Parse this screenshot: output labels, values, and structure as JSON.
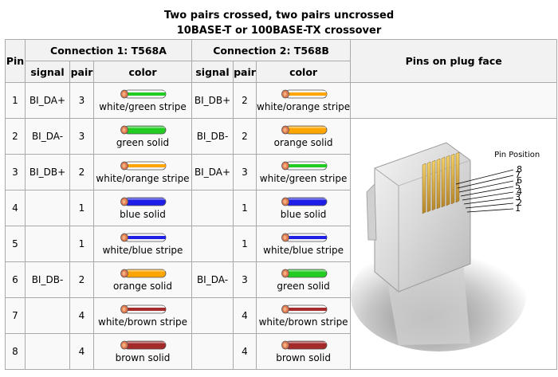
{
  "caption": {
    "line1": "Two pairs crossed, two pairs uncrossed",
    "line2": "10BASE-T or 100BASE-TX crossover"
  },
  "headers": {
    "pin": "Pin",
    "conn1": "Connection 1: T568A",
    "conn2": "Connection 2: T568B",
    "plug": "Pins on plug face",
    "signal": "signal",
    "pair": "pair",
    "color": "color"
  },
  "colors": {
    "white": "#f4f4f4",
    "green": "#22cc22",
    "orange": "#ffa500",
    "blue": "#1e1ee6",
    "brown": "#a52a2a",
    "copper": "#e07850"
  },
  "rows": [
    {
      "pin": "1",
      "a": {
        "signal": "BI_DA+",
        "pair": "3",
        "color": "white/green stripe",
        "base": "white",
        "stripe": "green"
      },
      "b": {
        "signal": "BI_DB+",
        "pair": "2",
        "color": "white/orange stripe",
        "base": "white",
        "stripe": "orange"
      }
    },
    {
      "pin": "2",
      "a": {
        "signal": "BI_DA-",
        "pair": "3",
        "color": "green solid",
        "base": "green",
        "stripe": ""
      },
      "b": {
        "signal": "BI_DB-",
        "pair": "2",
        "color": "orange solid",
        "base": "orange",
        "stripe": ""
      }
    },
    {
      "pin": "3",
      "a": {
        "signal": "BI_DB+",
        "pair": "2",
        "color": "white/orange stripe",
        "base": "white",
        "stripe": "orange"
      },
      "b": {
        "signal": "BI_DA+",
        "pair": "3",
        "color": "white/green stripe",
        "base": "white",
        "stripe": "green"
      }
    },
    {
      "pin": "4",
      "a": {
        "signal": "",
        "pair": "1",
        "color": "blue solid",
        "base": "blue",
        "stripe": ""
      },
      "b": {
        "signal": "",
        "pair": "1",
        "color": "blue solid",
        "base": "blue",
        "stripe": ""
      }
    },
    {
      "pin": "5",
      "a": {
        "signal": "",
        "pair": "1",
        "color": "white/blue stripe",
        "base": "white",
        "stripe": "blue"
      },
      "b": {
        "signal": "",
        "pair": "1",
        "color": "white/blue stripe",
        "base": "white",
        "stripe": "blue"
      }
    },
    {
      "pin": "6",
      "a": {
        "signal": "BI_DB-",
        "pair": "2",
        "color": "orange solid",
        "base": "orange",
        "stripe": ""
      },
      "b": {
        "signal": "BI_DA-",
        "pair": "3",
        "color": "green solid",
        "base": "green",
        "stripe": ""
      }
    },
    {
      "pin": "7",
      "a": {
        "signal": "",
        "pair": "4",
        "color": "white/brown stripe",
        "base": "white",
        "stripe": "brown"
      },
      "b": {
        "signal": "",
        "pair": "4",
        "color": "white/brown stripe",
        "base": "white",
        "stripe": "brown"
      }
    },
    {
      "pin": "8",
      "a": {
        "signal": "",
        "pair": "4",
        "color": "brown solid",
        "base": "brown",
        "stripe": ""
      },
      "b": {
        "signal": "",
        "pair": "4",
        "color": "brown solid",
        "base": "brown",
        "stripe": ""
      }
    }
  ],
  "plug": {
    "pin_position_label": "Pin Position",
    "pins": [
      "8",
      "7",
      "6",
      "5",
      "4",
      "3",
      "2",
      "1"
    ]
  }
}
